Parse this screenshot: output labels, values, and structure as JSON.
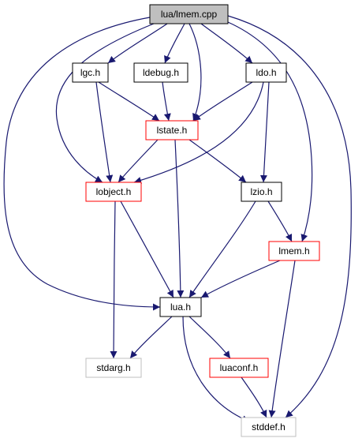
{
  "colors": {
    "edge": "#191970",
    "root_fill": "#bfbfbf",
    "normal_border": "#000000",
    "red_border": "#ff0000",
    "gray_border": "#bfbfbf",
    "box_fill": "#ffffff"
  },
  "nodes": {
    "lmem_cpp": {
      "label": "lua/lmem.cpp",
      "style": "root"
    },
    "lgc_h": {
      "label": "lgc.h",
      "style": "normal"
    },
    "ldebug_h": {
      "label": "ldebug.h",
      "style": "normal"
    },
    "ldo_h": {
      "label": "ldo.h",
      "style": "normal"
    },
    "lstate_h": {
      "label": "lstate.h",
      "style": "red"
    },
    "lobject_h": {
      "label": "lobject.h",
      "style": "red"
    },
    "lzio_h": {
      "label": "lzio.h",
      "style": "normal"
    },
    "lmem_h": {
      "label": "lmem.h",
      "style": "red"
    },
    "lua_h": {
      "label": "lua.h",
      "style": "normal"
    },
    "stdarg_h": {
      "label": "stdarg.h",
      "style": "gray"
    },
    "luaconf_h": {
      "label": "luaconf.h",
      "style": "red"
    },
    "stddef_h": {
      "label": "stddef.h",
      "style": "gray"
    }
  },
  "edges": [
    [
      "lmem_cpp",
      "lgc_h"
    ],
    [
      "lmem_cpp",
      "ldebug_h"
    ],
    [
      "lmem_cpp",
      "ldo_h"
    ],
    [
      "lmem_cpp",
      "lstate_h"
    ],
    [
      "lmem_cpp",
      "lobject_h"
    ],
    [
      "lmem_cpp",
      "lmem_h"
    ],
    [
      "lmem_cpp",
      "lua_h"
    ],
    [
      "lmem_cpp",
      "stddef_h"
    ],
    [
      "lgc_h",
      "lstate_h"
    ],
    [
      "lgc_h",
      "lobject_h"
    ],
    [
      "ldebug_h",
      "lstate_h"
    ],
    [
      "ldo_h",
      "lstate_h"
    ],
    [
      "ldo_h",
      "lobject_h"
    ],
    [
      "ldo_h",
      "lzio_h"
    ],
    [
      "lstate_h",
      "lobject_h"
    ],
    [
      "lstate_h",
      "lzio_h"
    ],
    [
      "lstate_h",
      "lua_h"
    ],
    [
      "lobject_h",
      "lua_h"
    ],
    [
      "lobject_h",
      "stdarg_h"
    ],
    [
      "lzio_h",
      "lmem_h"
    ],
    [
      "lzio_h",
      "lua_h"
    ],
    [
      "lmem_h",
      "lua_h"
    ],
    [
      "lmem_h",
      "stddef_h"
    ],
    [
      "lua_h",
      "stdarg_h"
    ],
    [
      "lua_h",
      "luaconf_h"
    ],
    [
      "lua_h",
      "stddef_h"
    ],
    [
      "luaconf_h",
      "stddef_h"
    ]
  ]
}
